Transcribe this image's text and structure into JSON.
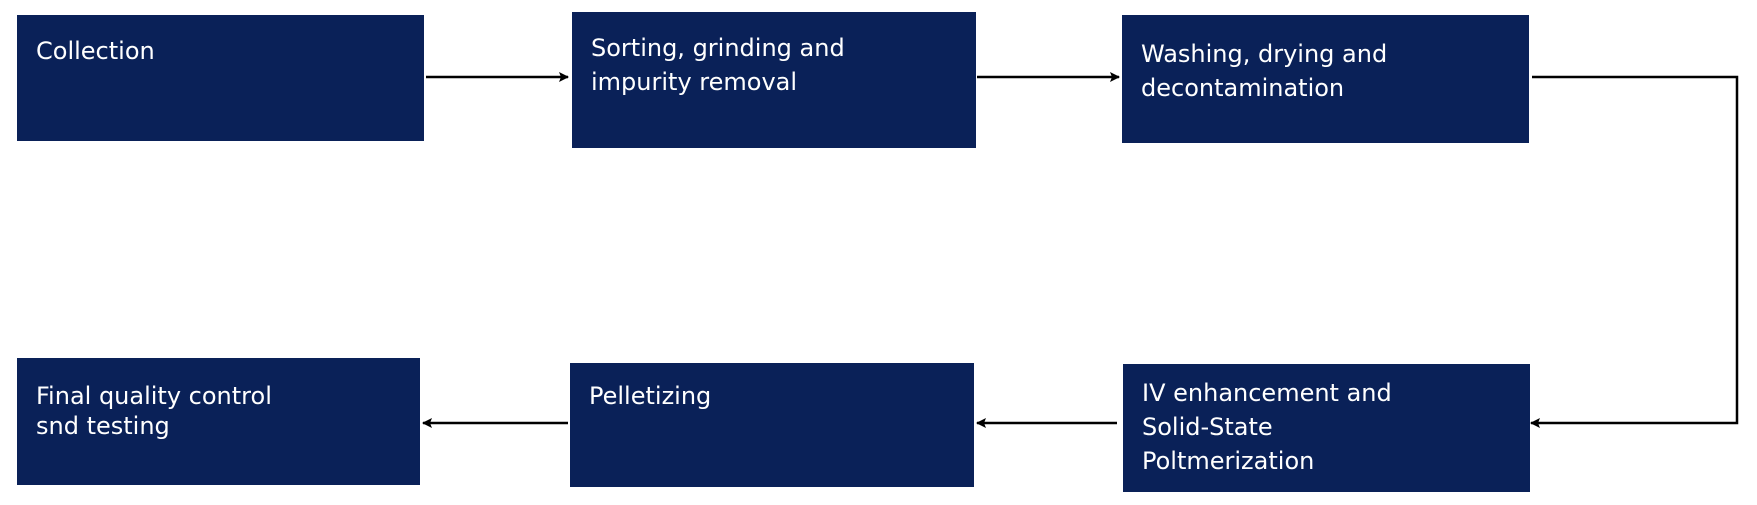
{
  "flowchart": {
    "steps": [
      {
        "label": "Collection"
      },
      {
        "label": "Sorting, grinding and\nimpurity removal"
      },
      {
        "label": "Washing, drying and\ndecontamination"
      },
      {
        "label": "IV enhancement and\nSolid-State\nPoltmerization"
      },
      {
        "label": "Pelletizing"
      },
      {
        "label": "Final quality control\nsnd testing"
      }
    ],
    "colors": {
      "box_fill": "#0a2158",
      "box_text": "#ffffff",
      "arrow": "#000000"
    }
  }
}
